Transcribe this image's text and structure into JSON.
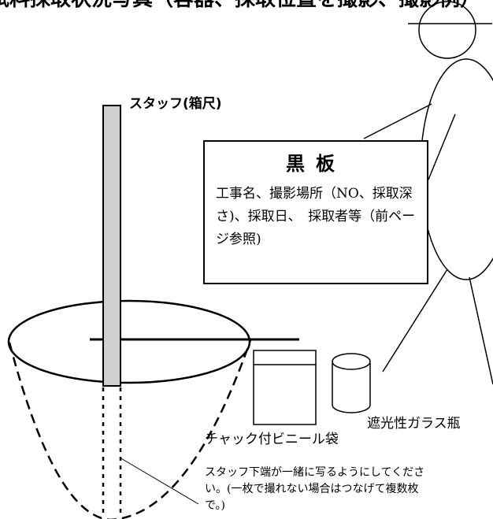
{
  "header": {
    "text": "試料採取状況写真（容器、採取位置を撮影、撮影例）"
  },
  "staff": {
    "label": "スタッフ(箱尺)"
  },
  "board": {
    "title": "黒板",
    "body": "工事名、撮影場所（NO、採取深さ)、採取日、　採取者等（前ページ参照)"
  },
  "containers": {
    "bottle_label": "遮光性ガラス瓶",
    "bag_label": "チャック付ビニール袋"
  },
  "note": {
    "text": "スタッフ下端が一緒に写るようにしてください。(一枚で撮れない場合はつなげて複数枚で。)"
  }
}
